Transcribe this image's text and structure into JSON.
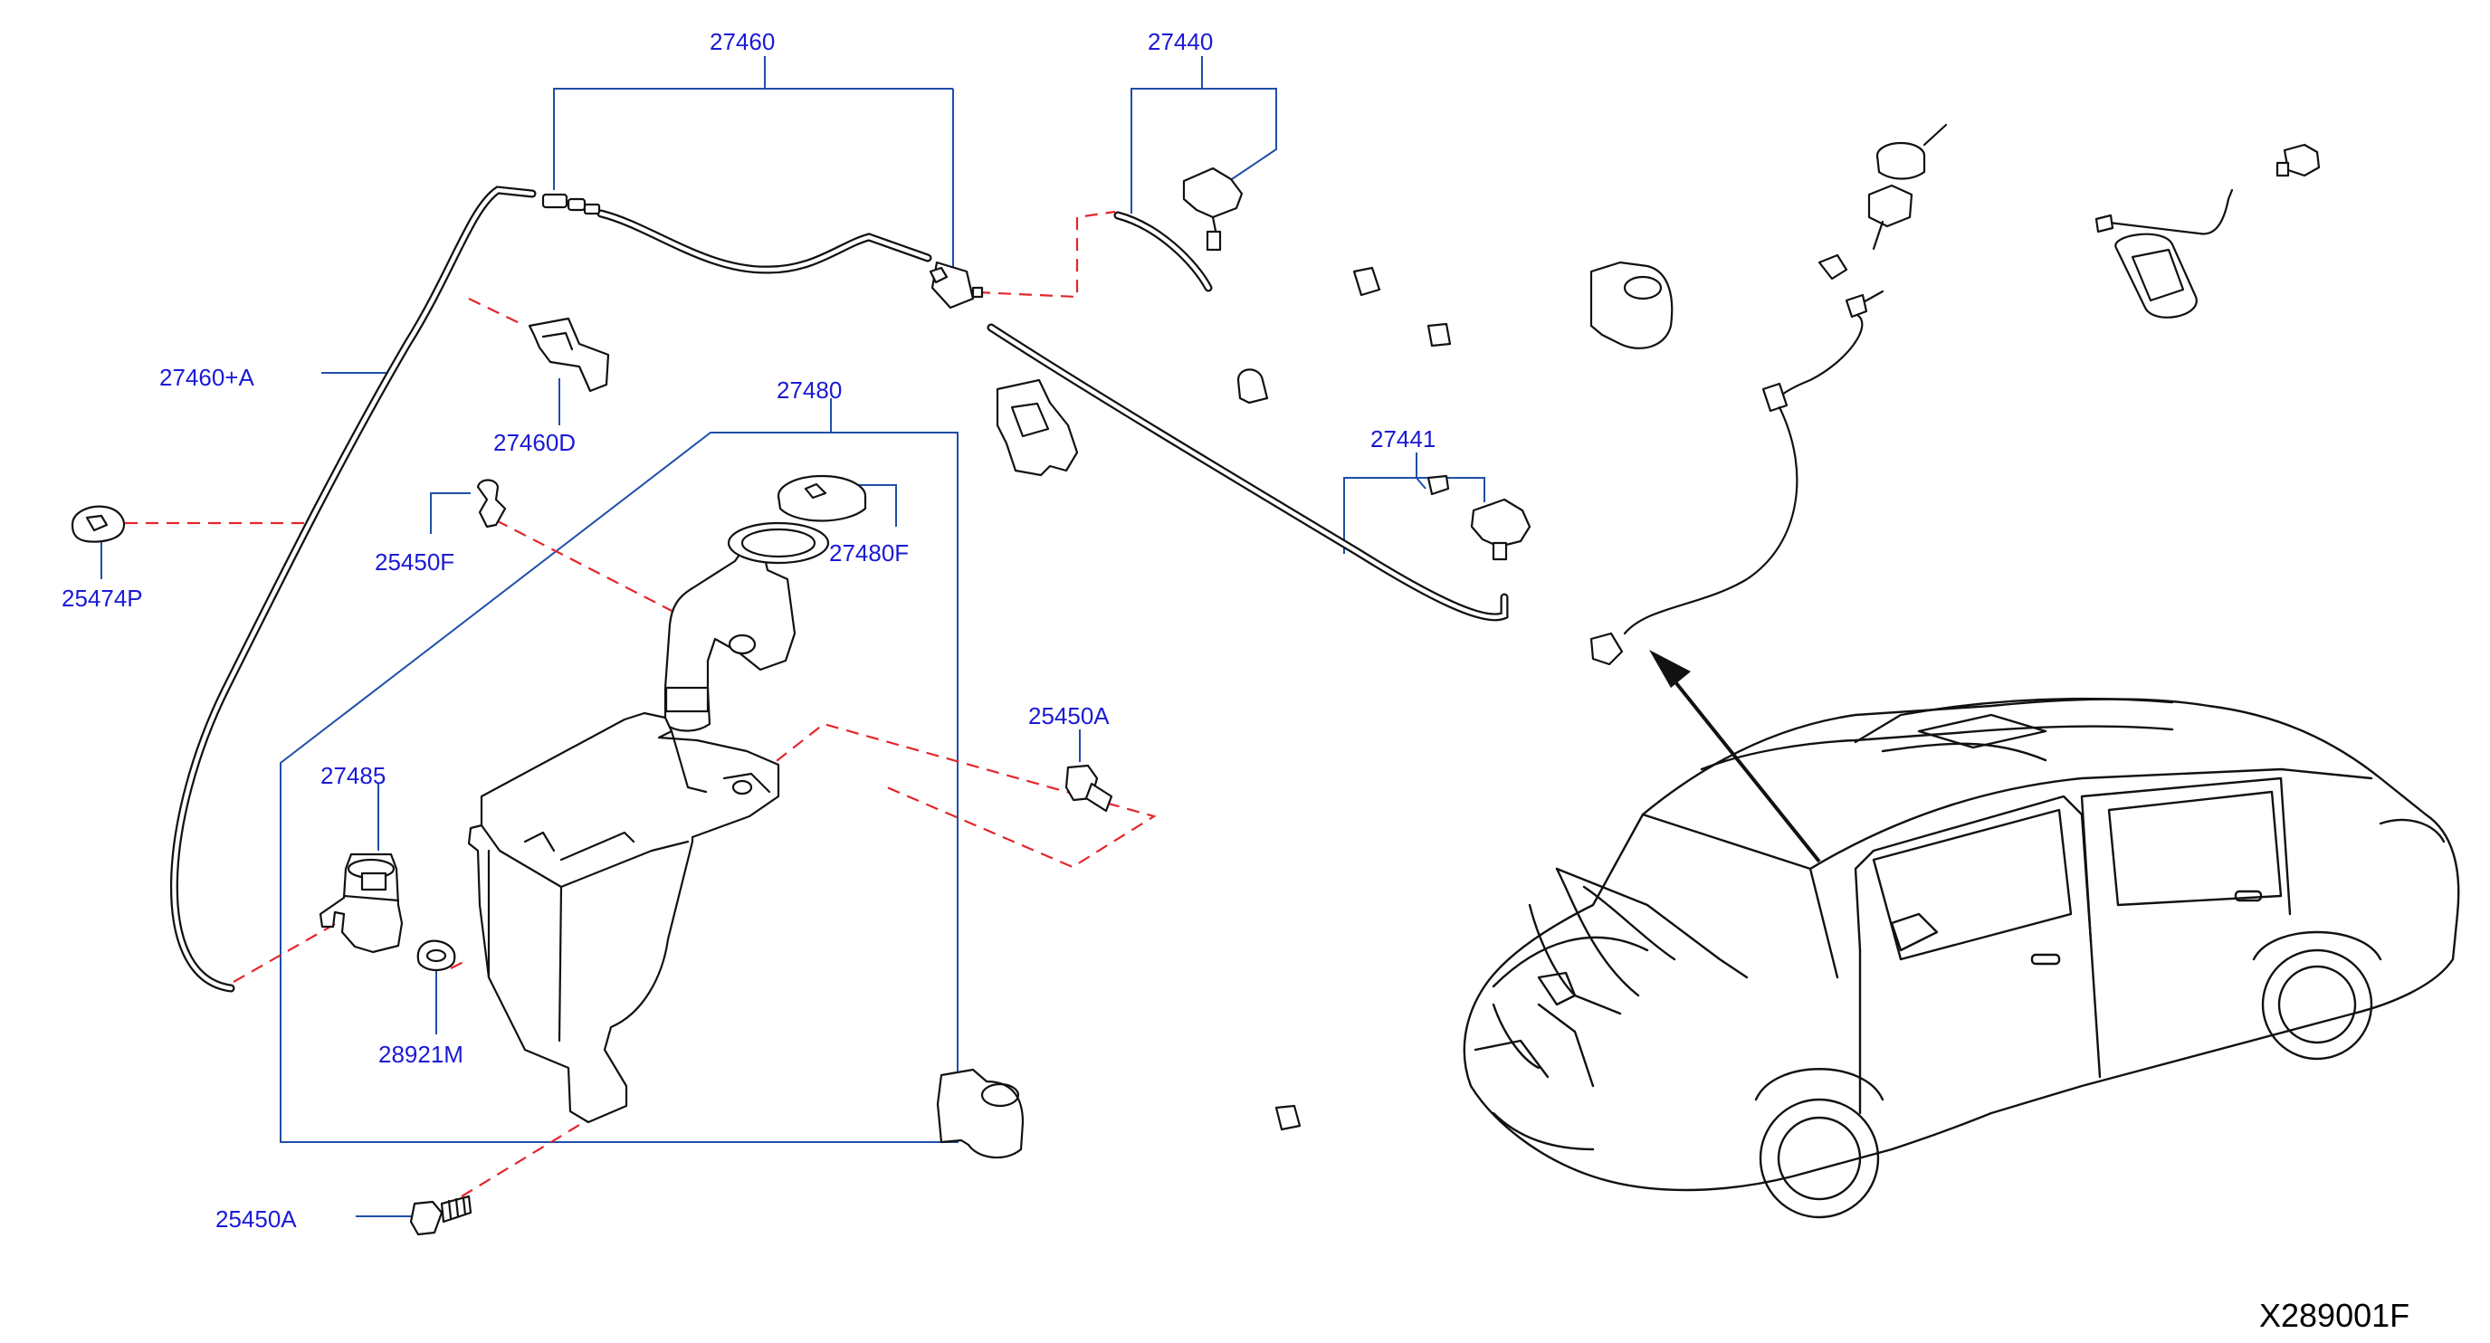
{
  "diagram_code": "X289001F",
  "callouts": {
    "c27460": "27460",
    "c27440": "27440",
    "c27460A": "27460+A",
    "c27460D": "27460D",
    "c27480": "27480",
    "c25474P": "25474P",
    "c25450F": "25450F",
    "c27480F": "27480F",
    "c27441": "27441",
    "c25450A_right": "25450A",
    "c27485": "27485",
    "c28921M": "28921M",
    "c25450A_bottom": "25450A"
  },
  "colors": {
    "callout_text": "#1a1ad6",
    "leader_line": "#1f4fa8",
    "dashed_line": "#e3262b",
    "part_stroke": "#111111"
  }
}
